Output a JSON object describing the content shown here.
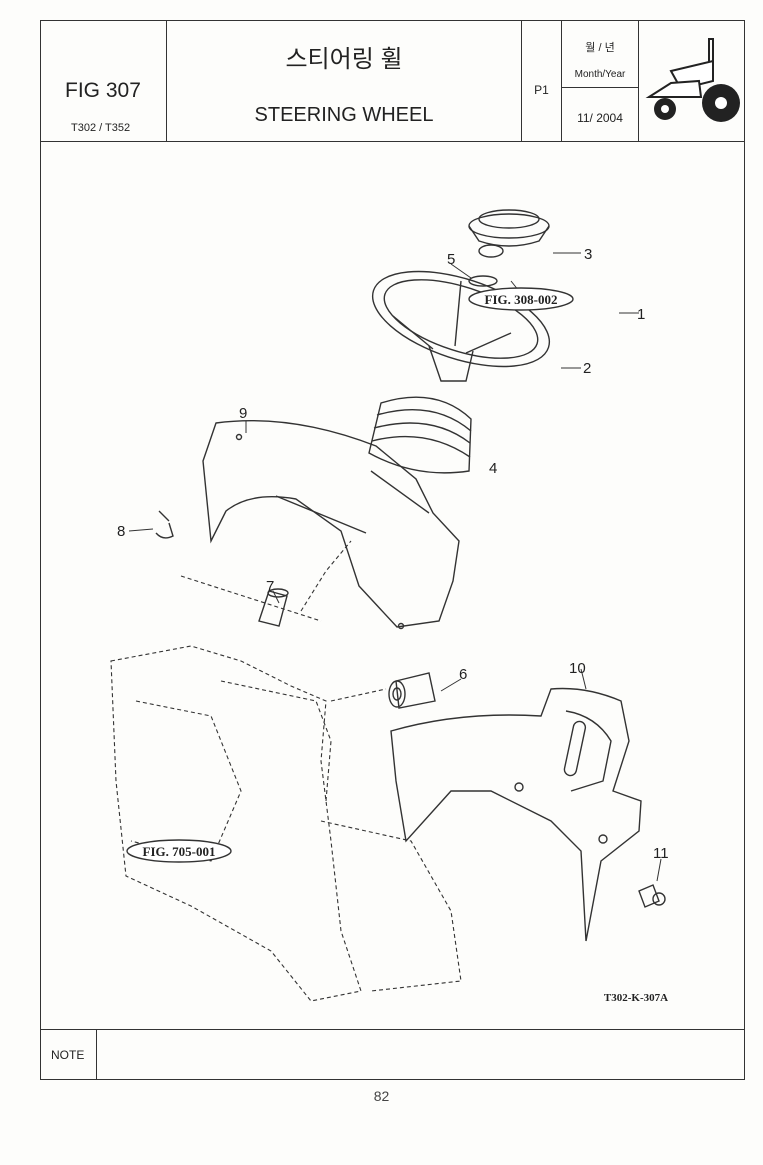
{
  "header": {
    "fig_number": "FIG 307",
    "models": "T302 / T352",
    "title_ko": "스티어링 휠",
    "title_en": "STEERING WHEEL",
    "page_code": "P1",
    "date_label_ko": "월 / 년",
    "date_label_en": "Month/Year",
    "date_value": "11/ 2004"
  },
  "drawing": {
    "callouts": [
      "1",
      "2",
      "3",
      "4",
      "5",
      "6",
      "7",
      "8",
      "9",
      "10",
      "11"
    ],
    "refs": [
      "FIG. 308-002",
      "FIG. 705-001"
    ],
    "drawing_code": "T302-K-307A"
  },
  "footer": {
    "note_label": "NOTE",
    "page_number": "82"
  },
  "icons": {
    "tractor": "tractor-icon"
  }
}
